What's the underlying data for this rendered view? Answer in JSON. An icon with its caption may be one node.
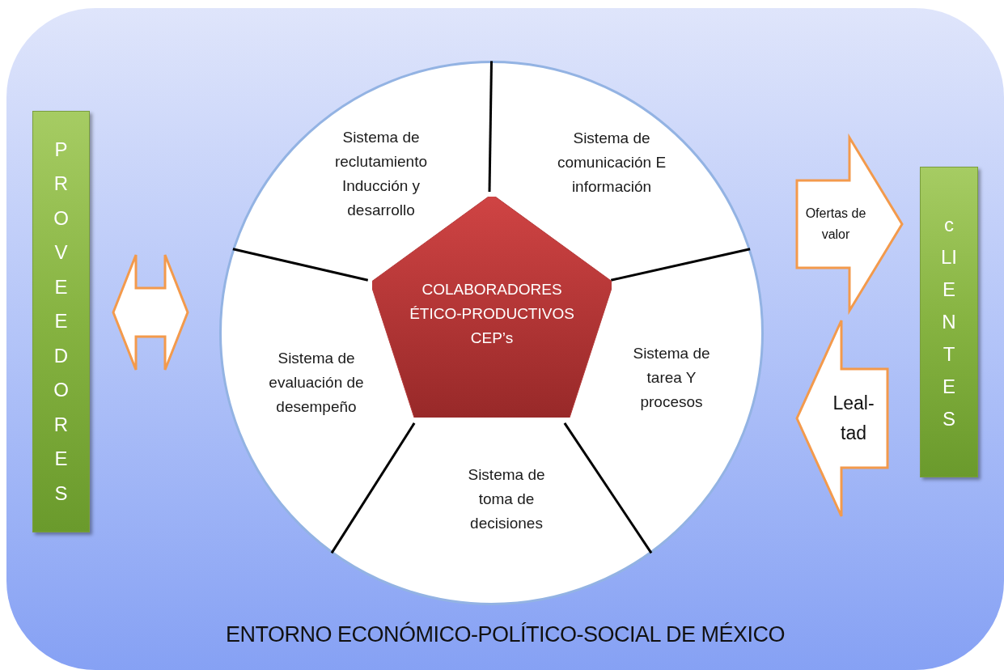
{
  "diagram": {
    "caption": "ENTORNO ECONÓMICO-POLÍTICO-SOCIAL DE MÉXICO",
    "nodes": [
      {
        "text": [],
        "shape": "box"
      },
      {
        "text": [],
        "shape": "circle",
        "in": 0
      },
      {
        "text": [
          "Sistema de reclutamiento Inducción y desarrollo"
        ],
        "in": 1
      },
      {
        "text": [
          "Sistema de comunicación E información"
        ],
        "in": 1
      },
      {
        "text": [
          "Sistema de tarea Y procesos"
        ],
        "in": 1
      },
      {
        "text": [
          "Sistema de toma de decisiones"
        ],
        "in": 1
      },
      {
        "text": [
          "Sistema de evaluación de desempeño"
        ],
        "in": 1
      },
      {
        "text": [
          "COLABORADORES ÉTICO-PRODUCTIVOS CEP’s"
        ],
        "in": 1
      },
      {
        "text": [
          "PROVEEDORES"
        ],
        "in": 0
      },
      {
        "text": [
          "cLIENTES"
        ],
        "in": 0
      }
    ],
    "edges": [
      {
        "from": 8,
        "to": 1,
        "arrow": "both"
      },
      {
        "from": 1,
        "to": 9,
        "arrow": "to",
        "label": "Ofertas de valor"
      },
      {
        "from": 9,
        "to": 1,
        "arrow": "to",
        "label": "Leal-tad"
      }
    ]
  }
}
